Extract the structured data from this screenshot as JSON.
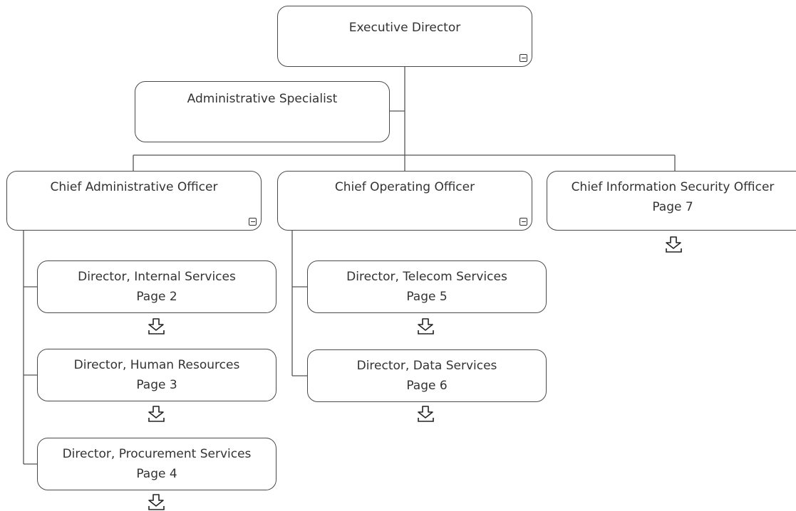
{
  "chart": {
    "root": {
      "title": "Executive Director"
    },
    "assistant": {
      "title": "Administrative Specialist"
    },
    "chief_admin": {
      "title": "Chief Administrative Officer"
    },
    "chief_operating": {
      "title": "Chief Operating Officer"
    },
    "chief_security": {
      "title": "Chief Information Security Officer",
      "page": "Page 7"
    },
    "internal_services": {
      "title": "Director, Internal Services",
      "page": "Page 2"
    },
    "human_resources": {
      "title": "Director, Human Resources",
      "page": "Page 3"
    },
    "procurement": {
      "title": "Director, Procurement Services",
      "page": "Page 4"
    },
    "telecom": {
      "title": "Director, Telecom Services",
      "page": "Page 5"
    },
    "data_services": {
      "title": "Director, Data Services",
      "page": "Page 6"
    }
  },
  "icons": {
    "collapse": "collapse-icon",
    "drilldown": "drilldown-arrow-icon"
  },
  "colors": {
    "line": "#4a4a4a",
    "text": "#333333",
    "background": "#ffffff"
  }
}
